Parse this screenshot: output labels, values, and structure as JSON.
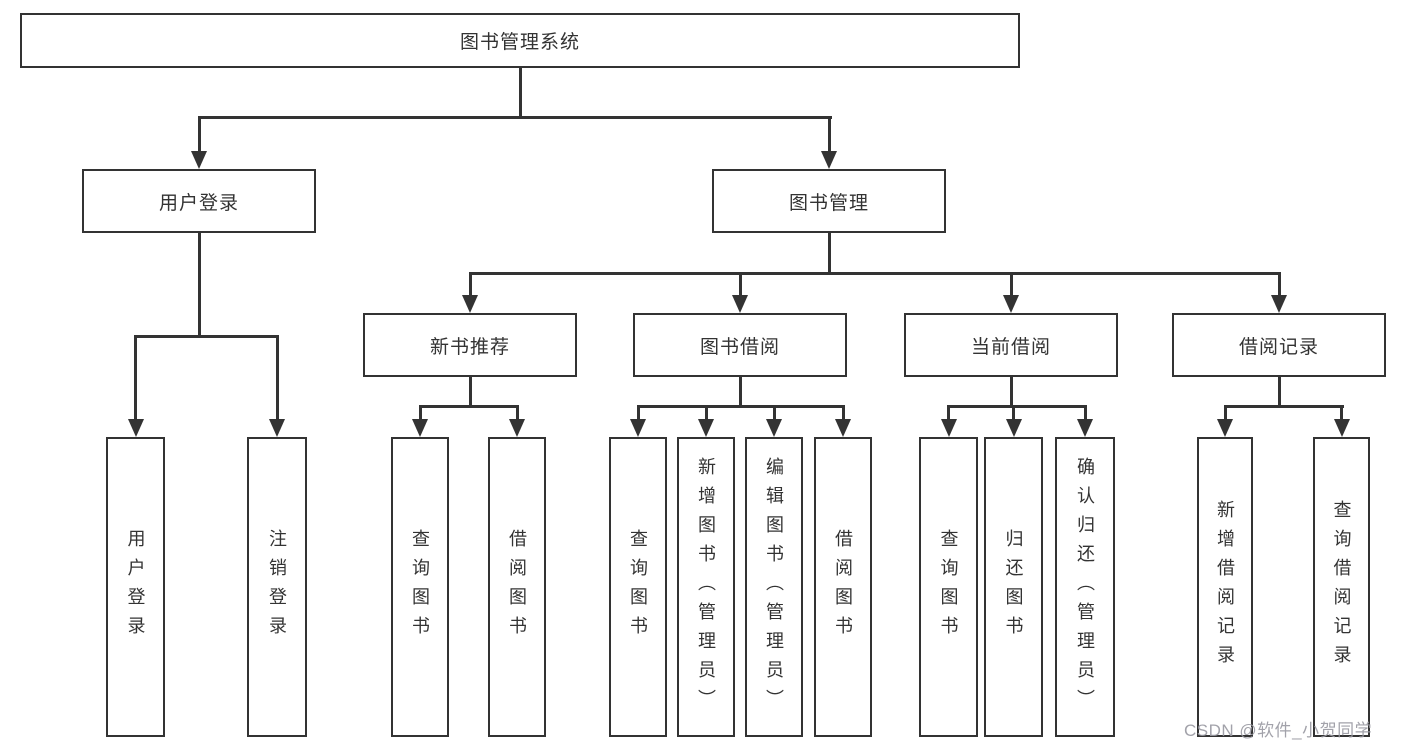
{
  "diagram": {
    "root": {
      "label": "图书管理系统"
    },
    "level2": [
      {
        "label": "用户登录"
      },
      {
        "label": "图书管理"
      }
    ],
    "level3": [
      {
        "label": "新书推荐"
      },
      {
        "label": "图书借阅"
      },
      {
        "label": "当前借阅"
      },
      {
        "label": "借阅记录"
      }
    ],
    "leaves": [
      {
        "label": "用户登录"
      },
      {
        "label": "注销登录"
      },
      {
        "label": "查询图书"
      },
      {
        "label": "借阅图书"
      },
      {
        "label": "查询图书"
      },
      {
        "label": "新增图书（管理员）"
      },
      {
        "label": "编辑图书（管理员）"
      },
      {
        "label": "借阅图书"
      },
      {
        "label": "查询图书"
      },
      {
        "label": "归还图书"
      },
      {
        "label": "确认归还（管理员）"
      },
      {
        "label": "新增借阅记录"
      },
      {
        "label": "查询借阅记录"
      }
    ]
  },
  "watermark": {
    "text": "CSDN @软件_小贺同学"
  },
  "colors": {
    "line": "#333333",
    "text": "#333333",
    "box_background": "#ffffff",
    "page_background": "#ffffff",
    "watermark": "#9b9ba3"
  }
}
